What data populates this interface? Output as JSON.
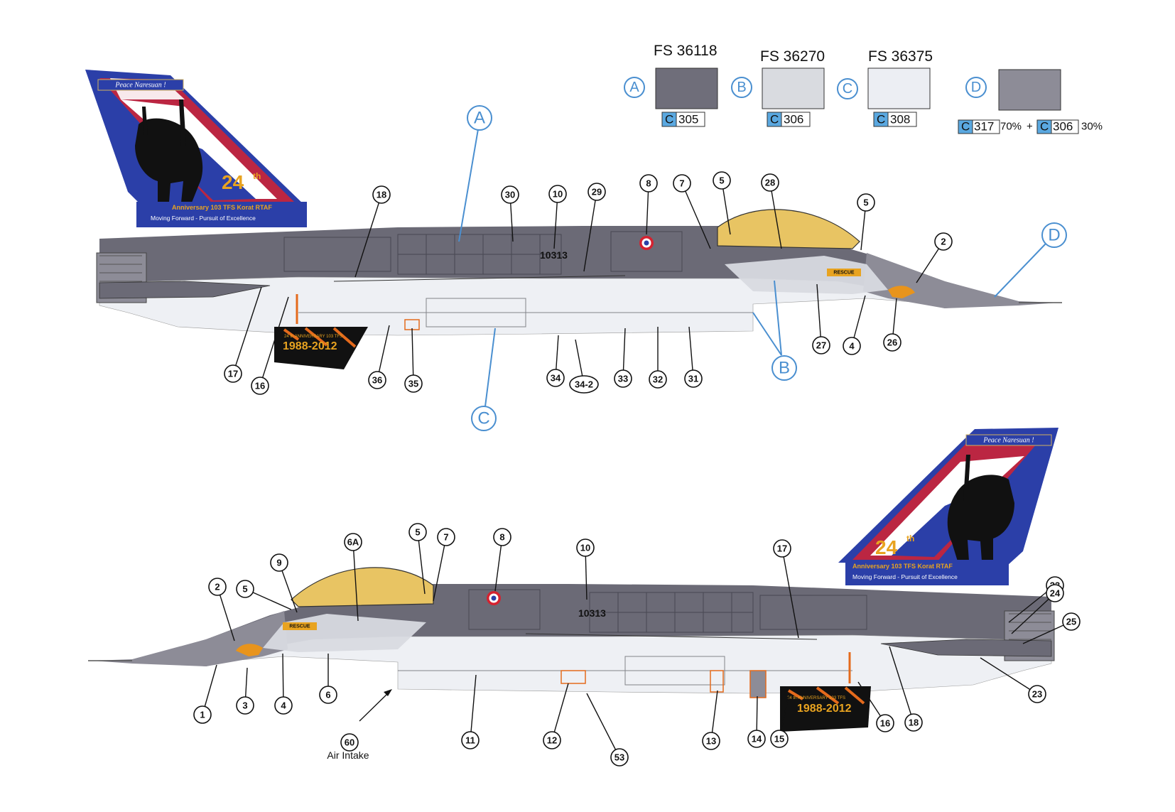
{
  "swatches": [
    {
      "zone": "A",
      "fs": "FS 36118",
      "color": "#6f6e7a",
      "code_prefix": "C",
      "code": "305"
    },
    {
      "zone": "B",
      "fs": "FS 36270",
      "color": "#d9dbe0",
      "code_prefix": "C",
      "code": "306"
    },
    {
      "zone": "C",
      "fs": "FS 36375",
      "color": "#eceef3",
      "code_prefix": "C",
      "code": "308"
    },
    {
      "zone": "D",
      "fs": "",
      "color": "#8d8c97",
      "mix": {
        "c1_prefix": "C",
        "c1": "317",
        "p1": "70%",
        "plus": "+",
        "c2_prefix": "C",
        "c2": "306",
        "p2": "30%"
      }
    }
  ],
  "colors": {
    "dark_gray": "#6b6a76",
    "mid_gray": "#8c8b96",
    "light_gray": "#d8dae0",
    "white": "#eef0f4",
    "canopy": "#e8c463",
    "blue": "#2b3fa8",
    "red": "#d52230",
    "orange": "#e46a1c",
    "accent_blue": "#4a8fd0"
  },
  "aircraft1": {
    "tail_banner": "Peace Naresuan !",
    "tail_anniv": "24",
    "tail_anniv_suffix": "th",
    "tail_subtitle": "Anniversary 103 TFS Korat RTAF",
    "tail_motto": "Moving Forward - Pursuit of Excellence",
    "serial": "10313",
    "badge_years": "1988-2012",
    "badge_top": "24 th ANNIVERSARY 103 TFS",
    "rescue": "RESCUE"
  },
  "aircraft2": {
    "tail_banner": "Peace Naresuan !",
    "tail_anniv": "24",
    "tail_anniv_suffix": "th",
    "tail_subtitle": "Anniversary 103 TFS Korat RTAF",
    "tail_motto": "Moving Forward - Pursuit of Excellence",
    "serial": "10313",
    "badge_years": "1988-2012",
    "badge_top": "24 th ANNIVERSARY 103 TFS",
    "rescue": "RESCUE"
  },
  "zones_top": [
    "A",
    "B",
    "C",
    "D"
  ],
  "callouts_top": [
    "18",
    "30",
    "10",
    "29",
    "8",
    "7",
    "5",
    "28",
    "5",
    "2",
    "17",
    "16",
    "36",
    "35",
    "34",
    "34-2",
    "33",
    "32",
    "31",
    "27",
    "4",
    "26"
  ],
  "callouts_bottom": [
    "2",
    "5",
    "9",
    "6A",
    "5",
    "7",
    "8",
    "10",
    "17",
    "23",
    "24",
    "25",
    "23",
    "1",
    "3",
    "4",
    "6",
    "11",
    "12",
    "53",
    "13",
    "14",
    "15",
    "16",
    "18",
    "60"
  ],
  "air_intake_label": "Air Intake"
}
